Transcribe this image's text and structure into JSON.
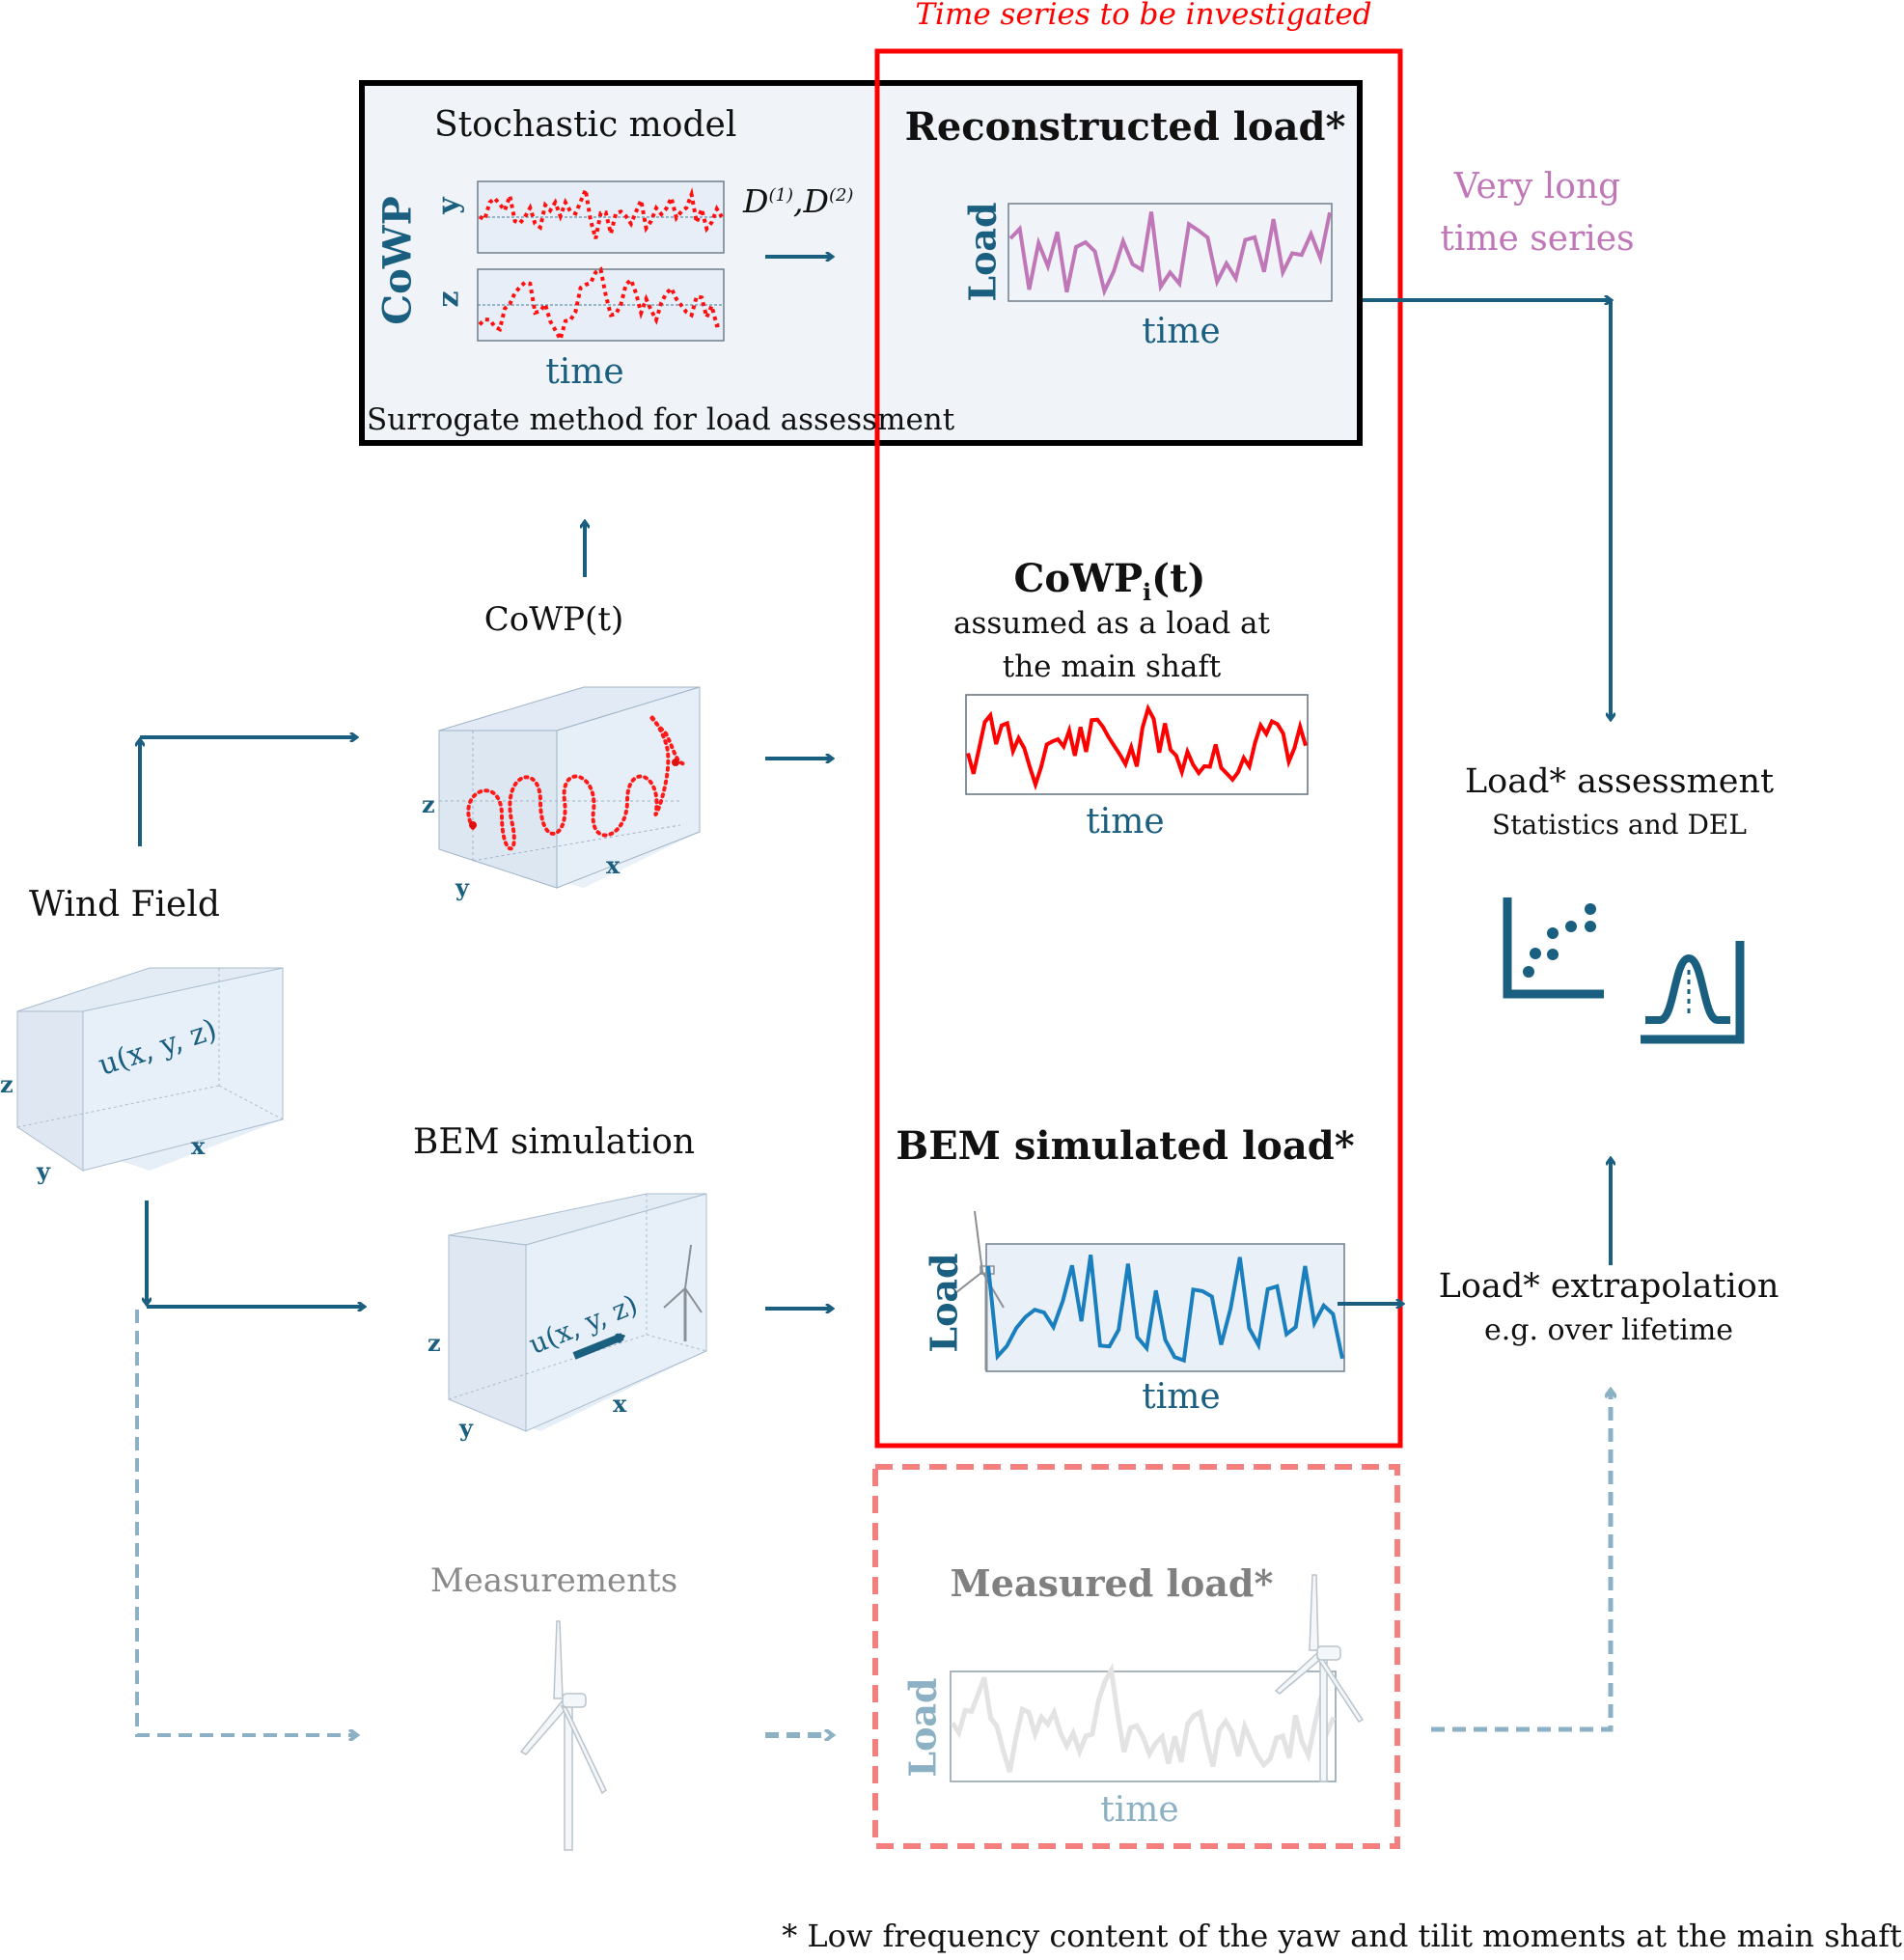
{
  "header": {
    "investigated_title": "Time series to be investigated"
  },
  "surrogate_box": {
    "stochastic_model_title": "Stochastic model",
    "cowp_axis_label": "CoWP",
    "y_axis_label": "y",
    "z_axis_label": "z",
    "drift_diffusion_label": "D(1),D(2)",
    "drift_symbol": "D",
    "drift_sup1": "(1)",
    "diffusion_sup2": "(2)",
    "comma": ",",
    "time_label": "time",
    "caption": "Surrogate method for load assessment",
    "reconstructed_title": "Reconstructed load*",
    "reconstructed_y_label": "Load",
    "reconstructed_time_label": "time"
  },
  "very_long": {
    "line1": "Very long",
    "line2": "time series",
    "color": "#c077b8"
  },
  "cowp_section": {
    "title": "CoWP(t)",
    "axis_x": "x",
    "axis_y": "y",
    "axis_z": "z"
  },
  "cowpi_section": {
    "title_main": "CoWP",
    "title_sub": "i",
    "title_tail": "(t)",
    "desc_line1": "assumed as a load at",
    "desc_line2": "the main shaft",
    "time_label": "time"
  },
  "assessment": {
    "title": "Load* assessment",
    "subtitle": "Statistics and DEL",
    "icons": [
      "scatter-plot-icon",
      "distribution-bell-icon"
    ]
  },
  "wind_field": {
    "title": "Wind Field",
    "formula": "u(x, y, z)",
    "axis_x": "x",
    "axis_y": "y",
    "axis_z": "z"
  },
  "bem_section": {
    "title": "BEM simulation",
    "formula": "u(x, y, z)",
    "axis_x": "x",
    "axis_y": "y",
    "axis_z": "z",
    "result_title": "BEM simulated load*",
    "result_y_label": "Load",
    "result_time_label": "time"
  },
  "extrapolation": {
    "title": "Load* extrapolation",
    "subtitle": "e.g. over lifetime"
  },
  "measurements": {
    "title": "Measurements",
    "result_title": "Measured load*",
    "result_y_label": "Load",
    "result_time_label": "time"
  },
  "footnote": "* Low frequency content of the yaw  and tilit moments at the main shaft",
  "colors": {
    "teal": "#1b5f80",
    "red": "#ff0000",
    "dashed_red": "#f47f7f",
    "dashed_teal": "#8cb0c4",
    "purple": "#c077b8",
    "blue_series": "#1a7fbf",
    "gray_series": "#e4e4e4"
  }
}
